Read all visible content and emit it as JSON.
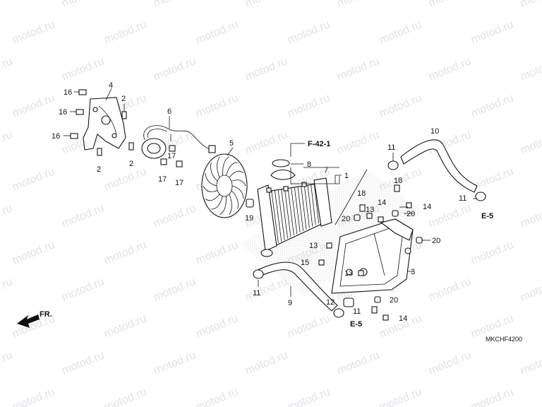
{
  "watermark": "motod.ru",
  "diagram_code": "MKCHF4200",
  "direction_label": "FR.",
  "references": {
    "frame": "F-42-1",
    "engine_top": "E-5",
    "engine_bottom": "E-5"
  },
  "callouts": {
    "c1": "1",
    "c2a": "2",
    "c2b": "2",
    "c2c": "2",
    "c3": "3",
    "c4": "4",
    "c5": "5",
    "c6": "6",
    "c7": "7",
    "c8": "8",
    "c9": "9",
    "c10": "10",
    "c11a": "11",
    "c11b": "11",
    "c11c": "11",
    "c11d": "11",
    "c12": "12",
    "c13a": "13",
    "c13b": "13",
    "c13c": "13",
    "c14a": "14",
    "c14b": "14",
    "c14c": "14",
    "c15": "15",
    "c16a": "16",
    "c16b": "16",
    "c16c": "16",
    "c17a": "17",
    "c17b": "17",
    "c17c": "17",
    "c18a": "18",
    "c18b": "18",
    "c19": "19",
    "c20a": "20",
    "c20b": "20",
    "c20c": "20",
    "c20d": "20"
  },
  "colors": {
    "line": "#111111",
    "watermark": "#c9ccd6",
    "shade": "#d8d8d8"
  }
}
